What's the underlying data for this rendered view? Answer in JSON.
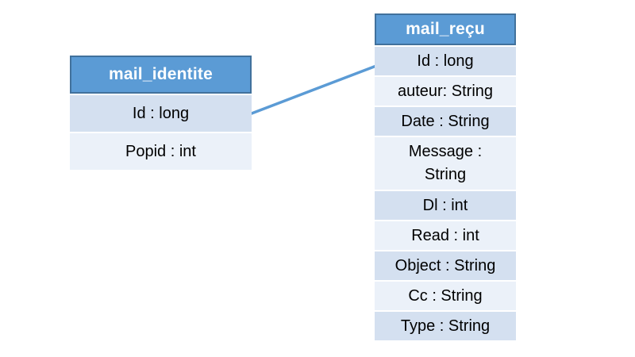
{
  "diagram": {
    "colors": {
      "header_fill": "#5b9bd5",
      "header_border": "#41719c",
      "row_dark": "#d4e0f0",
      "row_light": "#ebf1f9",
      "header_text": "#ffffff",
      "row_text": "#000000",
      "connector": "#5b9bd5"
    },
    "connector": {
      "from_table": "mail_identite",
      "from_row": "Id : long",
      "to_table": "mail_reçu",
      "to_row": "Id : long"
    },
    "tables": [
      {
        "name": "mail_identite",
        "rows": [
          "Id : long",
          "Popid : int"
        ]
      },
      {
        "name": "mail_reçu",
        "rows": [
          "Id : long",
          "auteur: String",
          "Date : String",
          "Message :\nString",
          "Dl : int",
          "Read : int",
          "Object : String",
          "Cc : String",
          "Type : String"
        ]
      }
    ]
  }
}
